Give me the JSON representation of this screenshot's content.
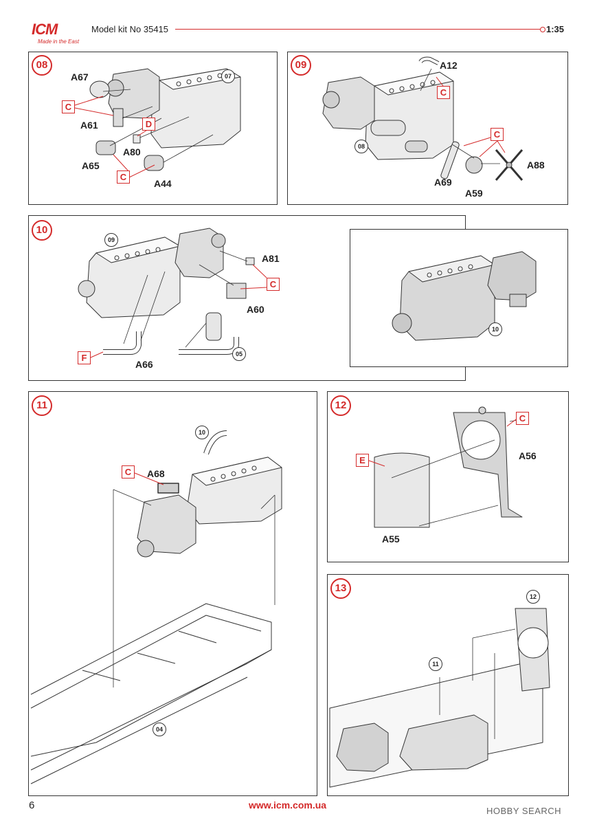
{
  "header": {
    "brand": "ICM",
    "brand_tagline": "Made in the East",
    "title": "Model kit No 35415",
    "scale": "1:35"
  },
  "steps": {
    "s08": {
      "number": "08",
      "ref": "07",
      "labels": {
        "a67": "A67",
        "a61": "A61",
        "a80": "A80",
        "a65": "A65",
        "a44": "A44"
      },
      "glue": {
        "g1": "C",
        "g2": "D",
        "g3": "C"
      }
    },
    "s09": {
      "number": "09",
      "ref": "08",
      "labels": {
        "a12": "A12",
        "a69": "A69",
        "a59": "A59",
        "a88": "A88"
      },
      "glue": {
        "g1": "C",
        "g2": "C"
      }
    },
    "s10": {
      "number": "10",
      "ref_a": "09",
      "ref_b": "05",
      "ref_inset": "10",
      "labels": {
        "a81": "A81",
        "a60": "A60",
        "a66": "A66"
      },
      "glue": {
        "g1": "C",
        "g2": "F"
      }
    },
    "s11": {
      "number": "11",
      "ref_a": "10",
      "ref_b": "04",
      "labels": {
        "a68": "A68"
      },
      "glue": {
        "g1": "C"
      }
    },
    "s12": {
      "number": "12",
      "labels": {
        "a56": "A56",
        "a55": "A55"
      },
      "glue": {
        "g1": "C",
        "g2": "E"
      }
    },
    "s13": {
      "number": "13",
      "ref_a": "12",
      "ref_b": "11"
    }
  },
  "footer": {
    "page_number": "6",
    "url": "www.icm.com.ua",
    "watermark": "HOBBY SEARCH"
  },
  "colors": {
    "accent": "#d42a2a",
    "line": "#333333",
    "shade": "#d6d6d6"
  }
}
